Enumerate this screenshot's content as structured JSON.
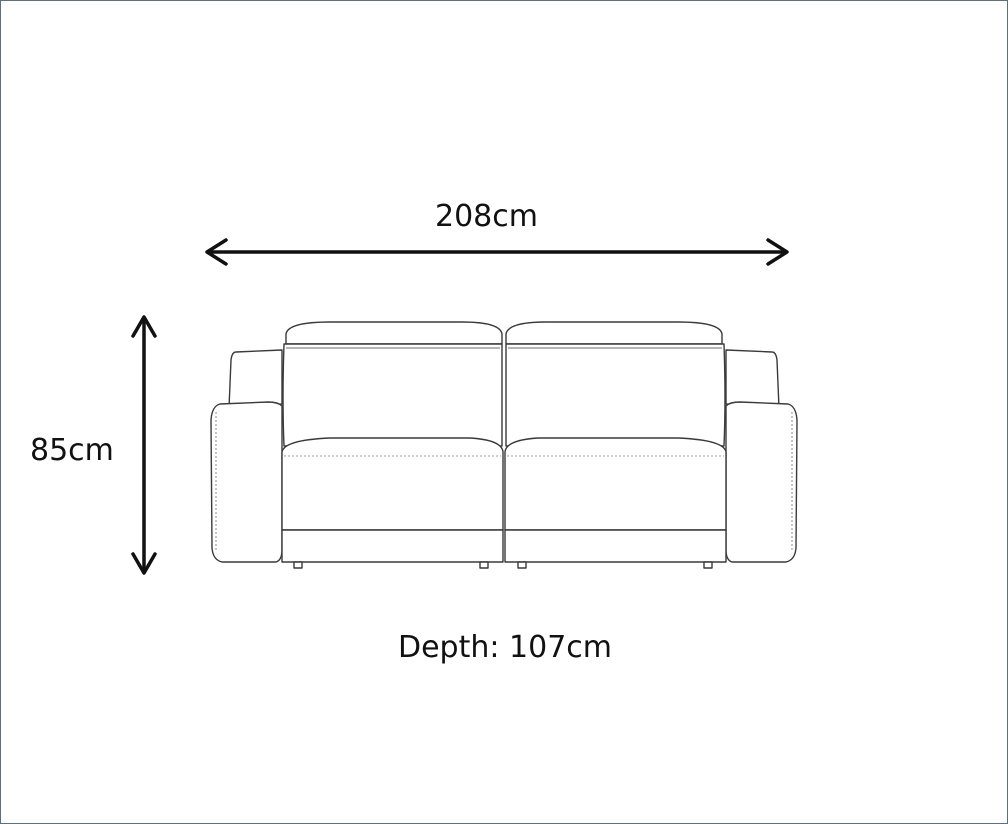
{
  "dimensions": {
    "width": "208cm",
    "height": "85cm",
    "depth": "Depth: 107cm"
  },
  "colors": {
    "line": "#1a1a1a",
    "sofa_outline": "#3a3a3a",
    "frame_border": "#5b7080"
  }
}
